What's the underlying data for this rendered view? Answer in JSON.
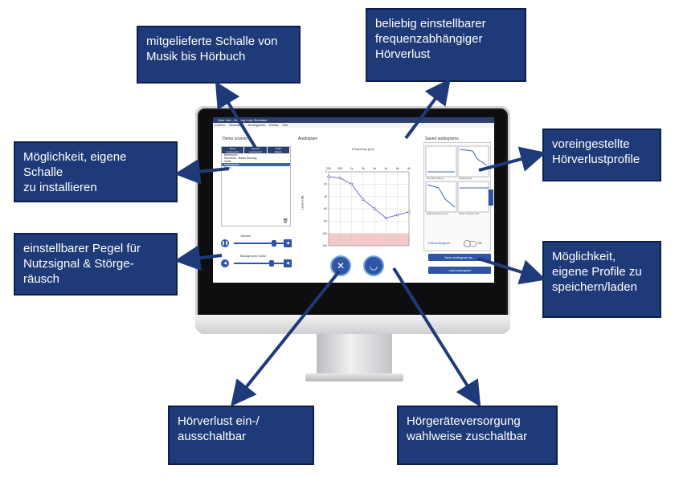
{
  "callouts": {
    "sounds": "mitgelieferte Schalle von\nMusik bis Hörbuch",
    "frequency": "beliebig einstellbarer\nfrequenzabhängiger\nHörverlust",
    "install": "Möglichkeit, eigene\nSchalle\nzu installieren",
    "profiles": "voreingestellte\nHörverlustprofile",
    "levels": "einstellbarer Pegel für\nNutzsignal & Störge-\nräusch",
    "save_load": "Möglichkeit,\neigene Profile zu\nspeichern/laden",
    "toggle_loss": "Hörverlust ein-/\nausschaltbar",
    "hearing_aid": "Hörgeräteversorgung\nwahlweise zuschaltbar"
  },
  "app": {
    "window_title": "Hear Lab - Hearing Loss Simulator",
    "menu": [
      "Control",
      "Simulation",
      "Audiograms",
      "Extras",
      "Info"
    ],
    "demo_sounds_title": "Demo sounds",
    "categories": [
      "Music",
      "Speech",
      "Traffic",
      "Instruments",
      "Hearing aid",
      "Nature"
    ],
    "tracks": [
      "Beethoven",
      "Sunshine - Radio Morning",
      "Violin",
      "Instruments",
      "Piano"
    ],
    "selected_track_index": 3,
    "volume_label": "Volume",
    "background_noise_label": "Background noise",
    "volume_level": 0.8,
    "noise_level": 0.75,
    "audiogram_title": "Audiogram",
    "frequency_label": "Frequency [Hz]",
    "frequency_ticks": [
      "250",
      "500",
      "1k",
      "2k",
      "3k",
      "4k",
      "6k",
      "8k"
    ],
    "level_label": "Level [dB]",
    "level_ticks": [
      "0",
      "20",
      "40",
      "60",
      "80",
      "100",
      "120"
    ],
    "saved_audiograms_title": "Saved audiograms",
    "saved_profiles": [
      "Normal hearing",
      "Presbycusis",
      "High frequency loss",
      "Noise induced loss"
    ],
    "edit_audiogram_label": "Edit audiogram",
    "edit_state": "Off",
    "save_button": "Save audiogram as...",
    "load_button": "Load audiogram"
  },
  "chart_data": {
    "type": "line",
    "xlabel": "Frequency [Hz]",
    "ylabel": "Level [dB]",
    "categories": [
      "250",
      "500",
      "1k",
      "2k",
      "3k",
      "4k",
      "6k",
      "8k"
    ],
    "ylim": [
      0,
      120
    ],
    "series": [
      {
        "values": [
          8,
          10,
          20,
          45,
          60,
          75,
          70,
          65
        ]
      }
    ]
  },
  "colors": {
    "callout_bg": "#1f3a78",
    "accent": "#2f55a4",
    "arrow": "#1f3a78",
    "loss_curve": "#6a6fd8",
    "danger_zone": "#f6c9c9"
  },
  "icons": {
    "toggle_loss": "ear-crossed-icon",
    "hearing_aid": "hearing-aid-icon"
  }
}
